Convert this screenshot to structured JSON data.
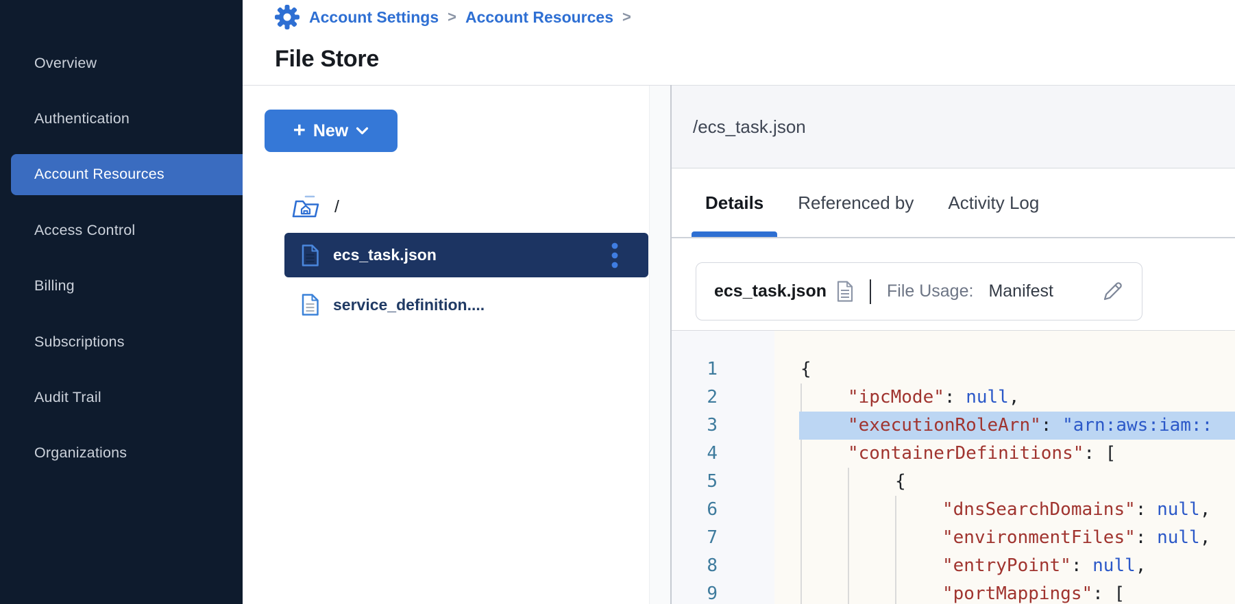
{
  "sidebar": {
    "items": [
      {
        "label": "Overview",
        "active": false
      },
      {
        "label": "Authentication",
        "active": false
      },
      {
        "label": "Account Resources",
        "active": true
      },
      {
        "label": "Access Control",
        "active": false
      },
      {
        "label": "Billing",
        "active": false
      },
      {
        "label": "Subscriptions",
        "active": false
      },
      {
        "label": "Audit Trail",
        "active": false
      },
      {
        "label": "Organizations",
        "active": false
      }
    ]
  },
  "header": {
    "breadcrumb": [
      "Account Settings",
      "Account Resources"
    ],
    "separator": ">",
    "page_title": "File Store"
  },
  "file_panel": {
    "new_button_label": "New",
    "root_label": "/",
    "files": [
      {
        "name": "ecs_task.json",
        "selected": true,
        "menu": true
      },
      {
        "name": "service_definition....",
        "selected": false,
        "menu": false
      }
    ]
  },
  "detail_panel": {
    "path": "/ecs_task.json",
    "tabs": [
      {
        "label": "Details",
        "active": true
      },
      {
        "label": "Referenced by",
        "active": false
      },
      {
        "label": "Activity Log",
        "active": false
      }
    ],
    "file_card": {
      "name": "ecs_task.json",
      "usage_label": "File Usage:",
      "usage_value": "Manifest"
    },
    "code": {
      "lines": [
        {
          "num": "1",
          "indent": 0,
          "guides": 0,
          "highlighted": false,
          "tokens": [
            [
              "p",
              "{"
            ]
          ]
        },
        {
          "num": "2",
          "indent": 1,
          "guides": 1,
          "highlighted": false,
          "tokens": [
            [
              "k",
              "\"ipcMode\""
            ],
            [
              "p",
              ": "
            ],
            [
              "v",
              "null"
            ],
            [
              "p",
              ","
            ]
          ]
        },
        {
          "num": "3",
          "indent": 1,
          "guides": 1,
          "highlighted": true,
          "tokens": [
            [
              "k",
              "\"executionRoleArn\""
            ],
            [
              "p",
              ": "
            ],
            [
              "v",
              "\"arn:aws:iam::"
            ]
          ]
        },
        {
          "num": "4",
          "indent": 1,
          "guides": 1,
          "highlighted": false,
          "tokens": [
            [
              "k",
              "\"containerDefinitions\""
            ],
            [
              "p",
              ": ["
            ]
          ]
        },
        {
          "num": "5",
          "indent": 2,
          "guides": 2,
          "highlighted": false,
          "tokens": [
            [
              "p",
              "{"
            ]
          ]
        },
        {
          "num": "6",
          "indent": 3,
          "guides": 3,
          "highlighted": false,
          "tokens": [
            [
              "k",
              "\"dnsSearchDomains\""
            ],
            [
              "p",
              ": "
            ],
            [
              "v",
              "null"
            ],
            [
              "p",
              ","
            ]
          ]
        },
        {
          "num": "7",
          "indent": 3,
          "guides": 3,
          "highlighted": false,
          "tokens": [
            [
              "k",
              "\"environmentFiles\""
            ],
            [
              "p",
              ": "
            ],
            [
              "v",
              "null"
            ],
            [
              "p",
              ","
            ]
          ]
        },
        {
          "num": "8",
          "indent": 3,
          "guides": 3,
          "highlighted": false,
          "tokens": [
            [
              "k",
              "\"entryPoint\""
            ],
            [
              "p",
              ": "
            ],
            [
              "v",
              "null"
            ],
            [
              "p",
              ","
            ]
          ]
        },
        {
          "num": "9",
          "indent": 3,
          "guides": 3,
          "highlighted": false,
          "tokens": [
            [
              "k",
              "\"portMappings\""
            ],
            [
              "p",
              ": ["
            ]
          ]
        }
      ]
    }
  },
  "colors": {
    "accent_blue": "#2e6fd3",
    "sidebar_bg": "#0e1b2d",
    "sidebar_active_bg": "#3a6cc0",
    "selected_row_bg": "#1c3462",
    "line_highlight": "#bcd6f3",
    "json_key": "#a0342f",
    "json_value": "#2b58c8",
    "gutter_number": "#3e7b9d"
  }
}
